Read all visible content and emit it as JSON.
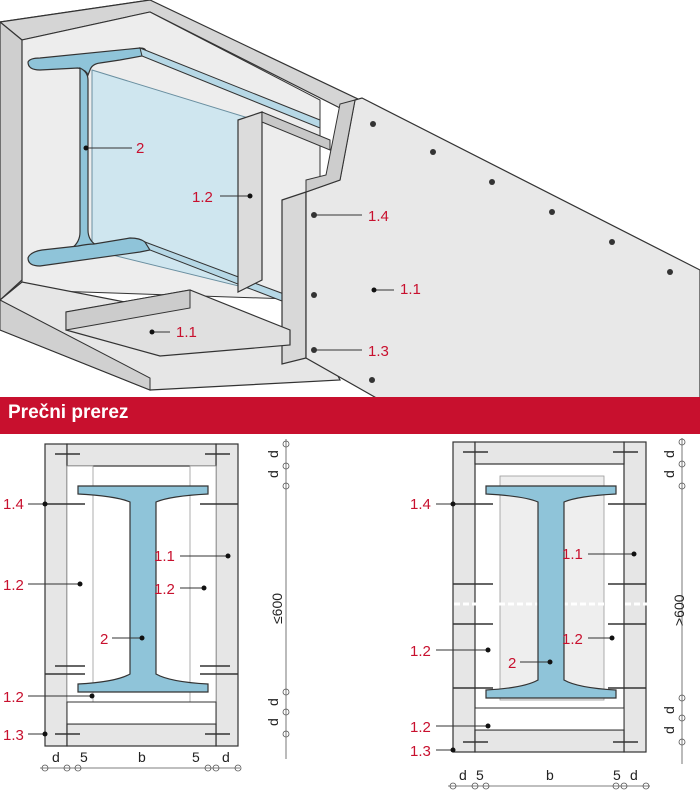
{
  "colors": {
    "accent": "#c8102e",
    "steel": "#8fc4d9",
    "board": "#e6e6e6",
    "line": "#333333"
  },
  "banner": {
    "title": "Prečni prerez"
  },
  "top": {
    "labels": {
      "steel": "2",
      "stud": "1.2",
      "screw": "1.4",
      "board_wall": "1.1",
      "board_floor": "1.1",
      "track": "1.3"
    }
  },
  "left_section": {
    "labels": {
      "screw": "1.4",
      "stud_outer": "1.2",
      "board": "1.1",
      "stud_inner": "1.2",
      "steel": "2",
      "stud_bottom": "1.2",
      "track": "1.3"
    },
    "height_limit": "≤600",
    "dims": {
      "d": "d",
      "five": "5",
      "b": "b"
    }
  },
  "right_section": {
    "labels": {
      "screw": "1.4",
      "board": "1.1",
      "stud_inner": "1.2",
      "stud_outer": "1.2",
      "steel": "2",
      "stud_bottom": "1.2",
      "track": "1.3"
    },
    "height_limit": ">600",
    "dims": {
      "d": "d",
      "five": "5",
      "b": "b"
    }
  }
}
